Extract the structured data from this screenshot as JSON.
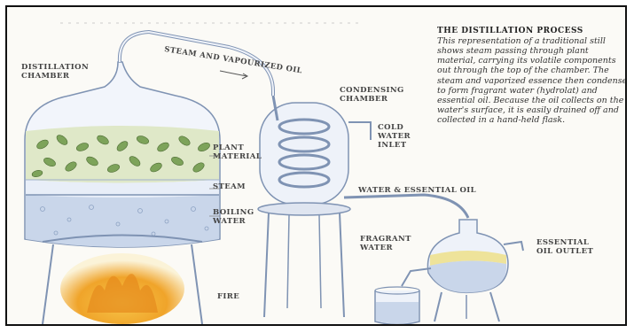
{
  "description": {
    "title": "THE DISTILLATION PROCESS",
    "body": "This representation of a traditional still shows steam passing through plant material, carrying its volatile components out through the top of the chamber. The steam and vaporized essence then condense to form fragrant water (hydrolat) and essential oil. Because the oil collects on the water's surface, it is easily drained off and collected in a hand-held flask."
  },
  "labels": {
    "distillation_chamber": "DISTILLATION\nCHAMBER",
    "steam_vapor": "STEAM AND VAPOURIZED OIL",
    "condensing_chamber": "CONDENSING\nCHAMBER",
    "cold_water_inlet": "COLD\nWATER\nINLET",
    "plant_material": "PLANT\nMATERIAL",
    "steam": "STEAM",
    "boiling_water": "BOILING\nWATER",
    "water_essential_oil": "WATER & ESSENTIAL OIL",
    "fragrant_water": "FRAGRANT\nWATER",
    "essential_oil_outlet": "ESSENTIAL\nOIL OUTLET",
    "fire": "FIRE"
  },
  "colors": {
    "glass": "#7f93b3",
    "water": "#c9d6ea",
    "leaf": "#7da35a",
    "oil": "#eee39a",
    "fire": "#f0a42a"
  }
}
